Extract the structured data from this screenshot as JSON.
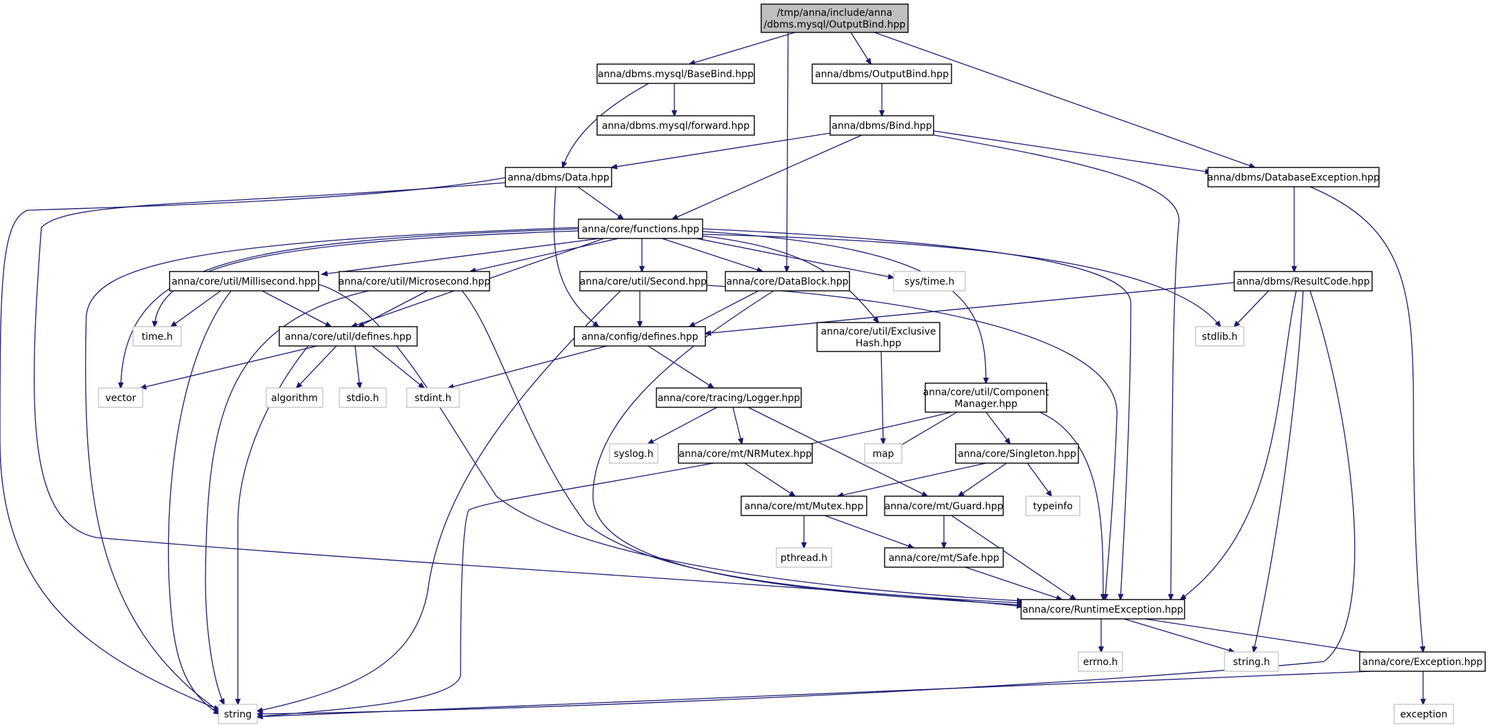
{
  "colors": {
    "edge": "#191970",
    "node_border": "#000000",
    "external_border": "#bfbfbf",
    "root_fill": "#bfbfbf"
  },
  "nodes": [
    {
      "id": "root",
      "lines": [
        "/tmp/anna/include/anna",
        "/dbms.mysql/OutputBind.hpp"
      ],
      "kind": "root"
    },
    {
      "id": "basebind",
      "lines": [
        "anna/dbms.mysql/BaseBind.hpp"
      ],
      "kind": "internal"
    },
    {
      "id": "outputbind",
      "lines": [
        "anna/dbms/OutputBind.hpp"
      ],
      "kind": "internal"
    },
    {
      "id": "forward",
      "lines": [
        "anna/dbms.mysql/forward.hpp"
      ],
      "kind": "internal"
    },
    {
      "id": "bind",
      "lines": [
        "anna/dbms/Bind.hpp"
      ],
      "kind": "internal"
    },
    {
      "id": "data",
      "lines": [
        "anna/dbms/Data.hpp"
      ],
      "kind": "internal"
    },
    {
      "id": "dbexc",
      "lines": [
        "anna/dbms/DatabaseException.hpp"
      ],
      "kind": "internal"
    },
    {
      "id": "functions",
      "lines": [
        "anna/core/functions.hpp"
      ],
      "kind": "internal"
    },
    {
      "id": "milli",
      "lines": [
        "anna/core/util/Millisecond.hpp"
      ],
      "kind": "internal"
    },
    {
      "id": "micro",
      "lines": [
        "anna/core/util/Microsecond.hpp"
      ],
      "kind": "internal"
    },
    {
      "id": "second",
      "lines": [
        "anna/core/util/Second.hpp"
      ],
      "kind": "internal"
    },
    {
      "id": "datablock",
      "lines": [
        "anna/core/DataBlock.hpp"
      ],
      "kind": "internal"
    },
    {
      "id": "systime",
      "lines": [
        "sys/time.h"
      ],
      "kind": "external"
    },
    {
      "id": "resultcode",
      "lines": [
        "anna/dbms/ResultCode.hpp"
      ],
      "kind": "internal"
    },
    {
      "id": "timeh",
      "lines": [
        "time.h"
      ],
      "kind": "external"
    },
    {
      "id": "utildefines",
      "lines": [
        "anna/core/util/defines.hpp"
      ],
      "kind": "internal"
    },
    {
      "id": "cfgdefines",
      "lines": [
        "anna/config/defines.hpp"
      ],
      "kind": "internal"
    },
    {
      "id": "exhash",
      "lines": [
        "anna/core/util/Exclusive",
        "Hash.hpp"
      ],
      "kind": "internal"
    },
    {
      "id": "stdlib",
      "lines": [
        "stdlib.h"
      ],
      "kind": "external"
    },
    {
      "id": "vector",
      "lines": [
        "vector"
      ],
      "kind": "external"
    },
    {
      "id": "algorithm",
      "lines": [
        "algorithm"
      ],
      "kind": "external"
    },
    {
      "id": "stdio",
      "lines": [
        "stdio.h"
      ],
      "kind": "external"
    },
    {
      "id": "stdint",
      "lines": [
        "stdint.h"
      ],
      "kind": "external"
    },
    {
      "id": "logger",
      "lines": [
        "anna/core/tracing/Logger.hpp"
      ],
      "kind": "internal"
    },
    {
      "id": "compmgr",
      "lines": [
        "anna/core/util/Component",
        "Manager.hpp"
      ],
      "kind": "internal"
    },
    {
      "id": "syslog",
      "lines": [
        "syslog.h"
      ],
      "kind": "external"
    },
    {
      "id": "nrmutex",
      "lines": [
        "anna/core/mt/NRMutex.hpp"
      ],
      "kind": "internal"
    },
    {
      "id": "map",
      "lines": [
        "map"
      ],
      "kind": "external"
    },
    {
      "id": "singleton",
      "lines": [
        "anna/core/Singleton.hpp"
      ],
      "kind": "internal"
    },
    {
      "id": "mutex",
      "lines": [
        "anna/core/mt/Mutex.hpp"
      ],
      "kind": "internal"
    },
    {
      "id": "guard",
      "lines": [
        "anna/core/mt/Guard.hpp"
      ],
      "kind": "internal"
    },
    {
      "id": "typeinfo",
      "lines": [
        "typeinfo"
      ],
      "kind": "external"
    },
    {
      "id": "pthread",
      "lines": [
        "pthread.h"
      ],
      "kind": "external"
    },
    {
      "id": "safe",
      "lines": [
        "anna/core/mt/Safe.hpp"
      ],
      "kind": "internal"
    },
    {
      "id": "rtexc",
      "lines": [
        "anna/core/RuntimeException.hpp"
      ],
      "kind": "internal"
    },
    {
      "id": "errno",
      "lines": [
        "errno.h"
      ],
      "kind": "external"
    },
    {
      "id": "stringh",
      "lines": [
        "string.h"
      ],
      "kind": "external"
    },
    {
      "id": "exception_hpp",
      "lines": [
        "anna/core/Exception.hpp"
      ],
      "kind": "internal"
    },
    {
      "id": "string",
      "lines": [
        "string"
      ],
      "kind": "external"
    },
    {
      "id": "exception",
      "lines": [
        "exception"
      ],
      "kind": "external"
    }
  ]
}
